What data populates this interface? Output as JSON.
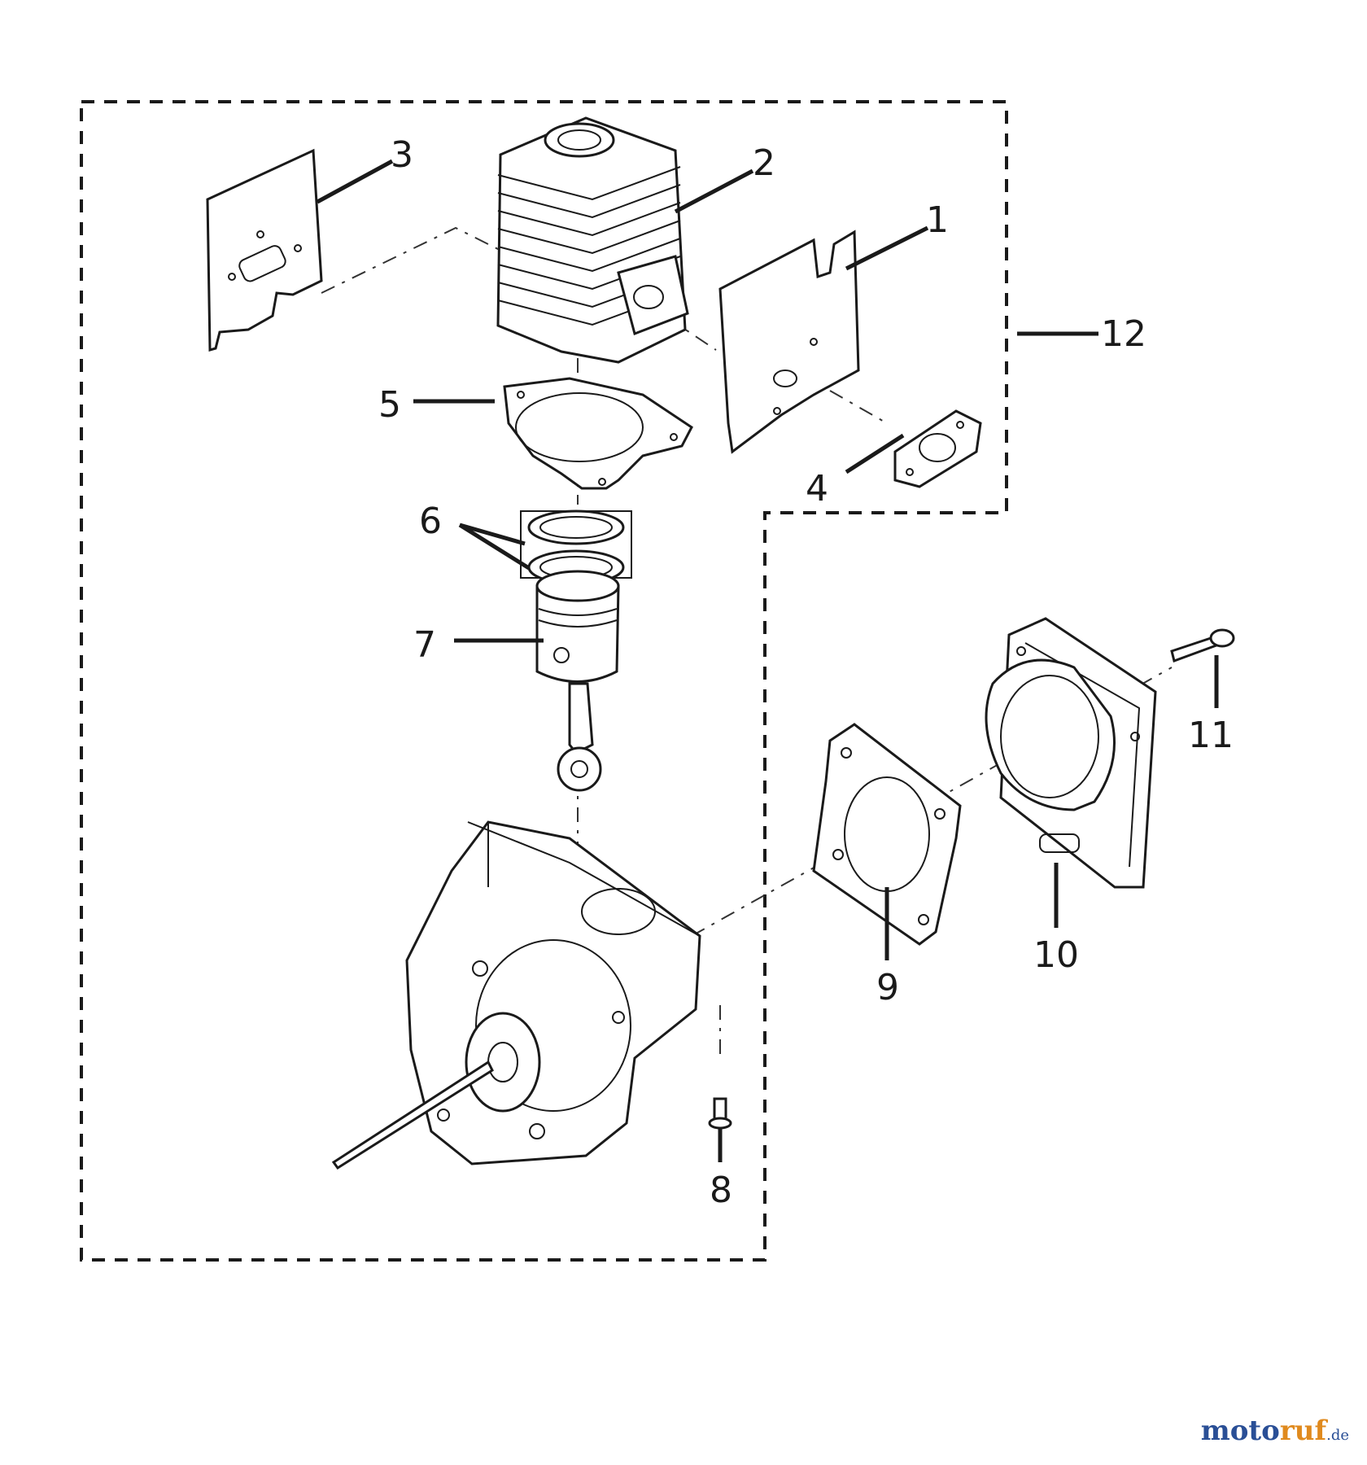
{
  "labels": [
    "1",
    "2",
    "3",
    "4",
    "5",
    "6",
    "7",
    "8",
    "9",
    "10",
    "11",
    "12"
  ],
  "watermark": {
    "main": "moto",
    "accent": "ruf",
    "tld": ".de"
  }
}
